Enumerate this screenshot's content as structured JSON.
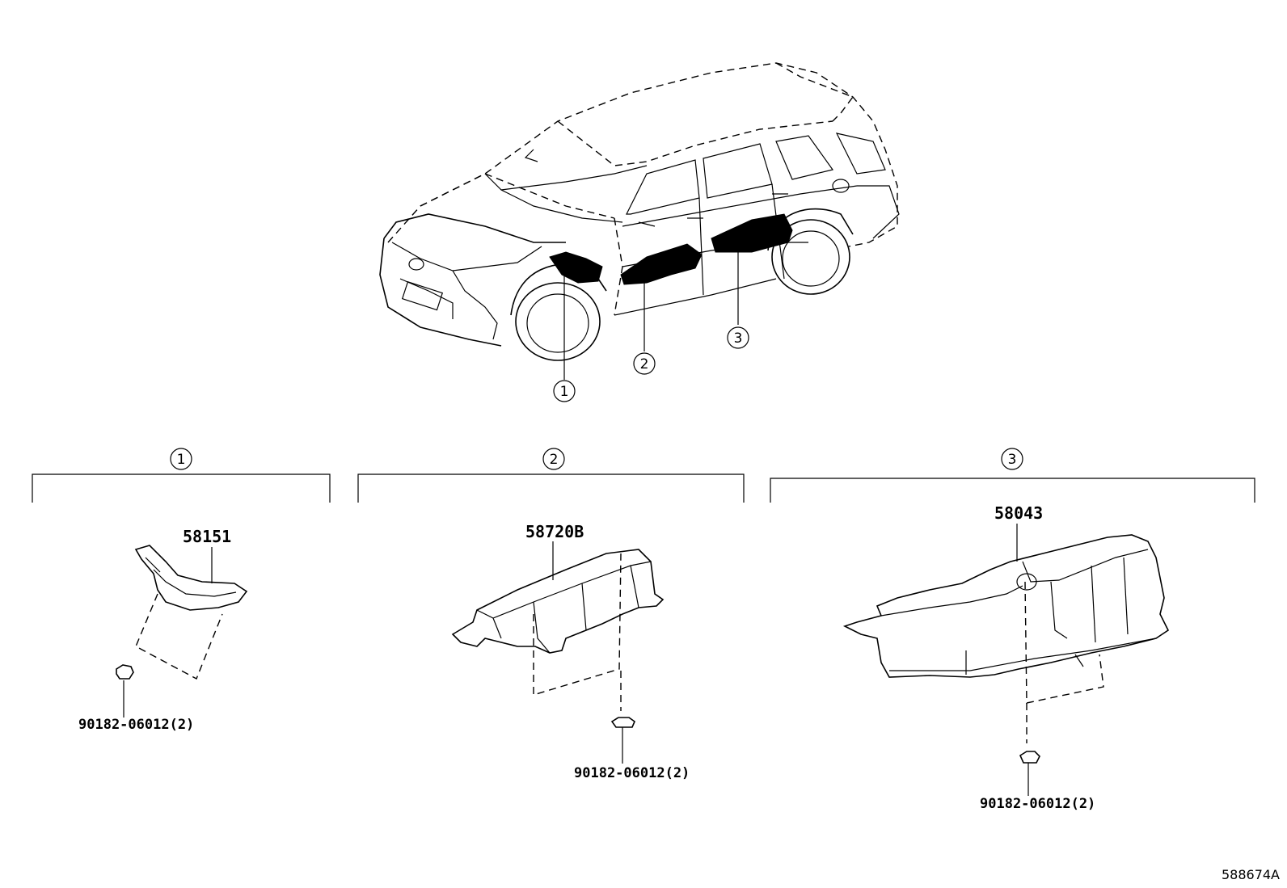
{
  "callouts": [
    "1",
    "2",
    "3"
  ],
  "groups": [
    {
      "id": "1",
      "part_number": "58151",
      "fastener": "90182-06012(2)"
    },
    {
      "id": "2",
      "part_number": "58720B",
      "fastener": "90182-06012(2)"
    },
    {
      "id": "3",
      "part_number": "58043",
      "fastener": "90182-06012(2)"
    }
  ],
  "reference_code": "588674A"
}
